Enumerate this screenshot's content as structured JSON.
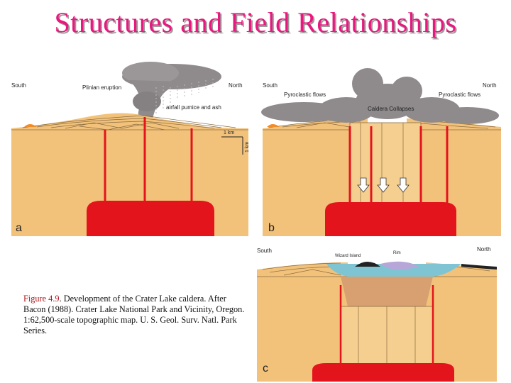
{
  "title": "Structures and Field Relationships",
  "caption": {
    "figure_label": "Figure 4.9",
    "text": ". Development of the Crater Lake caldera. After Bacon (1988). Crater Lake National Park and Vicinity, Oregon. 1:62,500-scale topographic map. U. S. Geol. Surv. Natl. Park Series."
  },
  "panels": {
    "a": {
      "letter": "a",
      "south": "South",
      "north": "North",
      "eruption": "Plinian eruption",
      "airfall": "airfall pumice and ash",
      "scale_h": "1 km",
      "scale_v": "1 km"
    },
    "b": {
      "letter": "b",
      "south": "South",
      "north": "North",
      "flows_left": "Pyroclastic flows",
      "flows_right": "Pyroclastic flows",
      "collapse": "Caldera Collapses"
    },
    "c": {
      "letter": "c",
      "south": "South",
      "north": "North",
      "island": "Wizard Island",
      "rim": "Rim"
    }
  },
  "colors": {
    "title": "#e8187e",
    "crust": "#f2c27a",
    "magma": "#e3141c",
    "ash": "#8f8a8c",
    "lake": "#7fc4d2"
  }
}
